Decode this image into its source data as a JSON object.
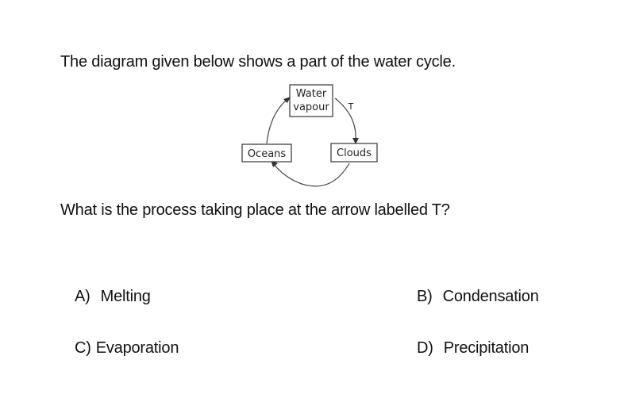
{
  "question": {
    "intro": "The diagram given below shows a part of the water cycle.",
    "prompt": "What is the process taking place at the arrow labelled T?"
  },
  "diagram": {
    "nodes": {
      "water_vapour": [
        "Water",
        "vapour"
      ],
      "oceans": "Oceans",
      "clouds": "Clouds"
    },
    "arrow_label": "T"
  },
  "options": [
    {
      "letter": "A)",
      "text": "Melting"
    },
    {
      "letter": "B)",
      "text": "Condensation"
    },
    {
      "letter": "C)",
      "text": "Evaporation"
    },
    {
      "letter": "D)",
      "text": "Precipitation"
    }
  ]
}
